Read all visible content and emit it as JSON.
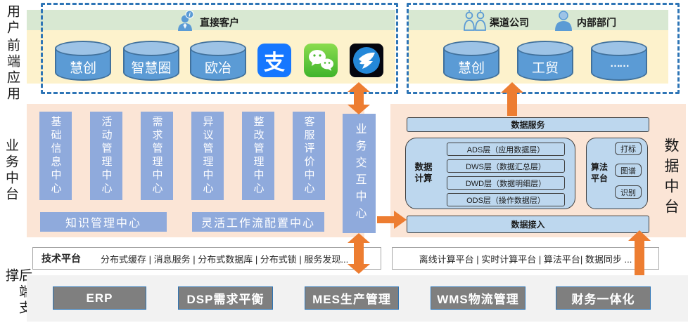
{
  "side_labels": {
    "user": "用户",
    "frontend": "前端应用",
    "business": "业务中台",
    "backend": "后端支撑"
  },
  "top_left_panel": {
    "group_label": "直接客户",
    "cylinders": [
      "慧创",
      "智慧圈",
      "欧冶"
    ],
    "app_icons": [
      {
        "name": "alipay-icon",
        "glyph": "支"
      },
      {
        "name": "wechat-icon"
      },
      {
        "name": "dingtalk-icon"
      }
    ]
  },
  "top_right_panel": {
    "channel_label": "渠道公司",
    "internal_label": "内部部门",
    "cylinders": [
      "慧创",
      "工贸",
      "……"
    ]
  },
  "business_platform": {
    "centers": [
      "基础信息中心",
      "活动管理中心",
      "需求管理中心",
      "异议管理中心",
      "整改管理中心",
      "客服评价中心"
    ],
    "interaction_center": "业务交互中心",
    "knowledge_center": "知识管理中心",
    "workflow_center": "灵活工作流配置中心"
  },
  "data_platform": {
    "title": "数据中台",
    "data_service": "数据服务",
    "data_access": "数据接入",
    "compute_label": "数据计算",
    "layers": [
      "ADS层（应用数据层）",
      "DWS层（数据汇总层）",
      "DWD层（数据明细层）",
      "ODS层（操作数据层）"
    ],
    "algo_label": "算法平台",
    "algo_items": [
      "打标",
      "图谱",
      "识别"
    ]
  },
  "tech_platform": {
    "left_title": "技术平台",
    "left_items": "分布式缓存 | 消息服务 | 分布式数据库 | 分布式锁 | 服务发现...",
    "right_items": "离线计算平台 | 实时计算平台 | 算法平台| 数据同步 ..."
  },
  "backend_systems": [
    "ERP",
    "DSP需求平衡",
    "MES生产管理",
    "WMS物流管理",
    "财务一体化"
  ],
  "colors": {
    "accent_arrow": "#ed7d31",
    "dashed_border": "#2e75b6",
    "green_strip": "#d8e8d2",
    "yellow_strip": "#fdf2cc",
    "peach_panel": "#fbe5d6",
    "blue_box": "#8faadc",
    "light_blue_box": "#bdd7ee",
    "cylinder_body": "#5b9bd5",
    "cylinder_top": "#9dc3e6",
    "gray_box": "#7f7f7f",
    "bottom_strip": "#f2f2f2"
  }
}
